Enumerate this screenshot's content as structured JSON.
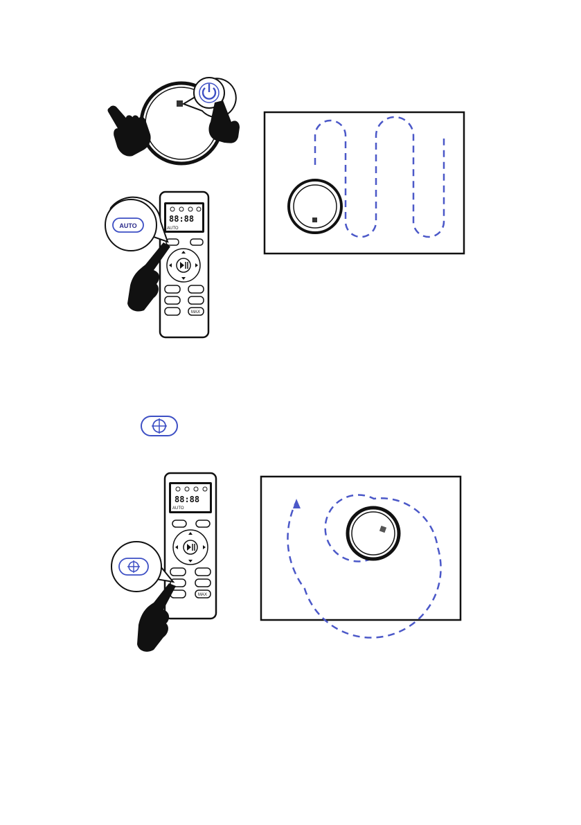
{
  "figure_top": {
    "robot_button_icon": "power-icon",
    "callout_label": "AUTO",
    "remote": {
      "lcd_digits": "88:88",
      "lcd_mode": "AUTO",
      "max_label": "MAX"
    },
    "path_pattern": "zigzag",
    "path_color": "#4b58c8"
  },
  "figure_bottom": {
    "standalone_icon": "spot-target-icon",
    "callout_icon": "spot-target-icon",
    "remote": {
      "lcd_digits": "88:88",
      "lcd_mode": "AUTO",
      "max_label": "MAX"
    },
    "path_pattern": "spiral",
    "path_color": "#4b58c8"
  }
}
